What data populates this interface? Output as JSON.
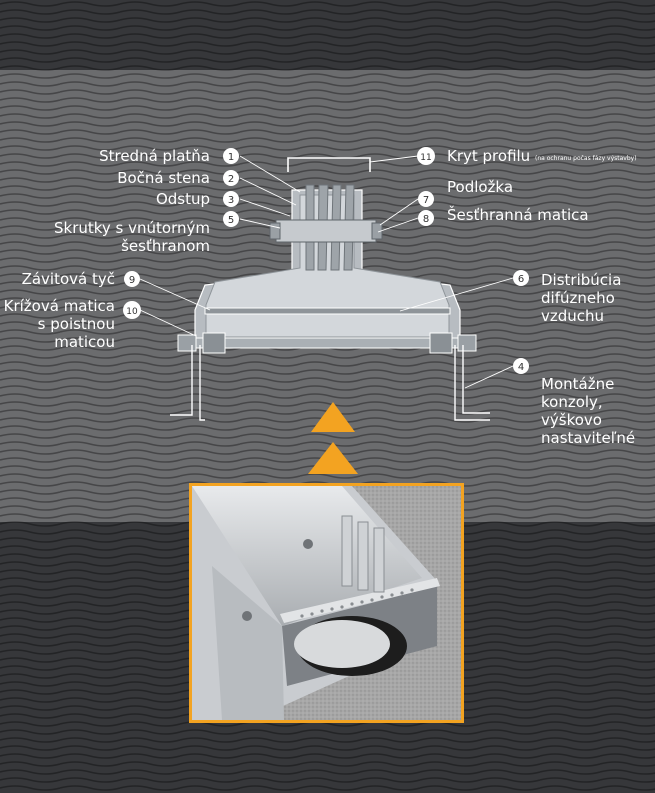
{
  "labels": {
    "l1": {
      "num": "1",
      "text": "Stredná platňa"
    },
    "l2": {
      "num": "2",
      "text": "Bočná stena"
    },
    "l3": {
      "num": "3",
      "text": "Odstup"
    },
    "l5": {
      "num": "5",
      "text": [
        "Skrutky s vnútorným",
        "šesťhranom"
      ]
    },
    "l9": {
      "num": "9",
      "text": "Závitová tyč"
    },
    "l10": {
      "num": "10",
      "text": [
        "Krížová matica",
        "s poistnou",
        "maticou"
      ]
    },
    "l11": {
      "num": "11",
      "text": "Kryt profilu",
      "note": "(na ochranu počas fázy výstavby)"
    },
    "l7": {
      "num": "7",
      "text": "Podložka"
    },
    "l8": {
      "num": "8",
      "text": "Šesťhranná matica"
    },
    "l6": {
      "num": "6",
      "text": [
        "Distribúcia",
        "difúzneho",
        "vzduchu"
      ]
    },
    "l4": {
      "num": "4",
      "text": [
        "Montážne",
        "konzoly,",
        "výškovo",
        "nastaviteľné"
      ]
    }
  },
  "colors": {
    "background_dark": "#3a3b3d",
    "background_mid": "#6c6d6f",
    "accent": "#f3a321",
    "line": "#ffffff",
    "part_fill": "#b7bcc1"
  }
}
